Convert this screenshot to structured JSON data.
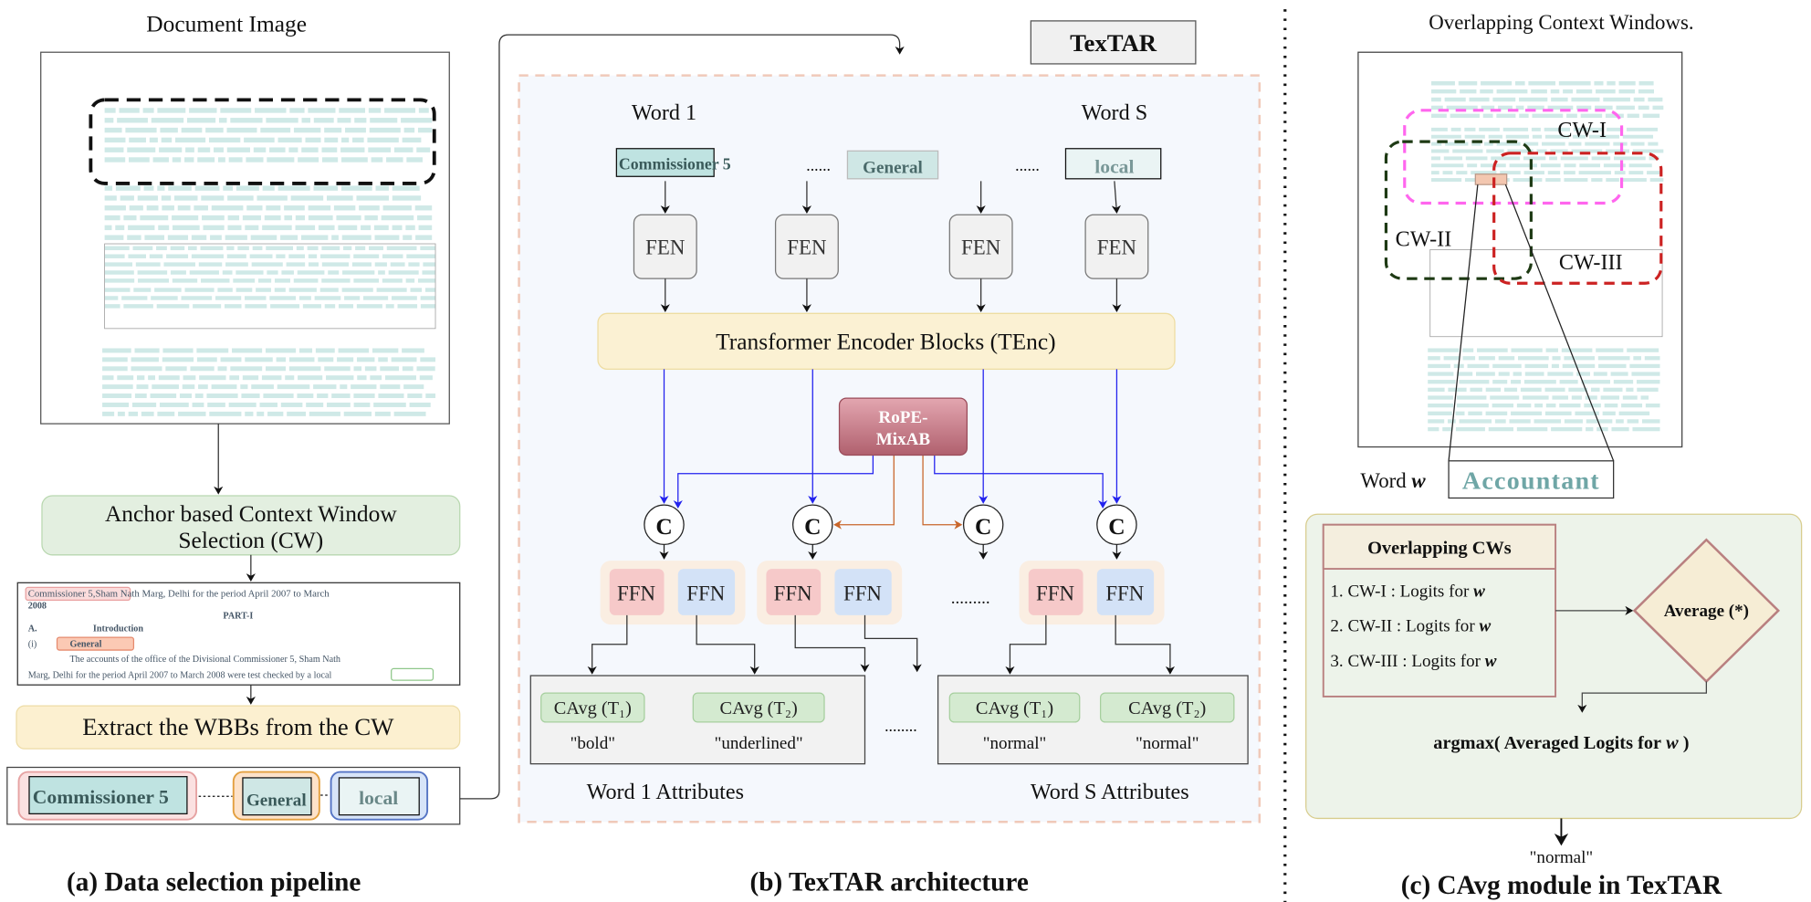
{
  "panel_a": {
    "title": "Document Image",
    "step1": [
      "Anchor based Context Window",
      "Selection (CW)"
    ],
    "crop_lines": [
      "Commissioner 5,Sham Nath Marg, Delhi for the period April 2007 to March",
      "2008",
      "PART-I",
      "A.",
      "Introduction",
      "(i)",
      "General",
      "The accounts of the office of the Divisional Commissioner 5, Sham Nath",
      "Marg, Delhi for the period April 2007 to March 2008 were test checked by a local"
    ],
    "step2": "Extract the WBBs from the CW",
    "words": [
      "Commissioner 5",
      "General",
      "local"
    ],
    "caption": "(a) Data selection pipeline"
  },
  "panel_b": {
    "title": "TexTAR",
    "word_first": "Word 1",
    "word_last": "Word S",
    "word_images": [
      "Commissioner 5",
      "General",
      "local"
    ],
    "ellipsis": "......",
    "fen_label": "FEN",
    "tenc_label": "Transformer Encoder Blocks (TEnc)",
    "rope_label": [
      "RoPE-",
      "MixAB"
    ],
    "concat_label": "C",
    "ffn_label": "FFN",
    "group_ellipsis": ".........",
    "attr_ellipsis": "........",
    "cavg": [
      "CAvg (T₁)",
      "CAvg (T₂)",
      "CAvg (T₁)",
      "CAvg (T₂)"
    ],
    "attr_values": [
      "\"bold\"",
      "\"underlined\"",
      "\"normal\"",
      "\"normal\""
    ],
    "attr_first": "Word 1 Attributes",
    "attr_last": "Word S Attributes",
    "caption": "(b) TexTAR architecture"
  },
  "panel_c": {
    "title": "Overlapping Context Windows.",
    "cw_labels": [
      "CW-I",
      "CW-II",
      "CW-III"
    ],
    "word_label": "Word",
    "word_var": "w",
    "word_image": "Accountant",
    "table_header": "Overlapping CWs",
    "table_items": [
      "1. CW-I : Logits for",
      "2. CW-II : Logits for",
      "3. CW-III : Logits for"
    ],
    "average_label": "Average (*)",
    "argmax_prefix": "argmax( Averaged Logits for",
    "argmax_suffix": " )",
    "output": "\"normal\"",
    "caption": "(c) CAvg module in TexTAR"
  },
  "colors": {
    "cw1": "#ff66ee",
    "cw2": "#1e3a14",
    "cw3": "#cc2222",
    "blue_arrow": "#2222ee",
    "orange_arrow": "#c8652a",
    "ffn_pink": "#f6c9c9",
    "ffn_blue": "#d3e2f7",
    "cavg_green": "#d4ead0",
    "tenc_yellow": "#fbf1d3",
    "rope": "#c27a88"
  }
}
